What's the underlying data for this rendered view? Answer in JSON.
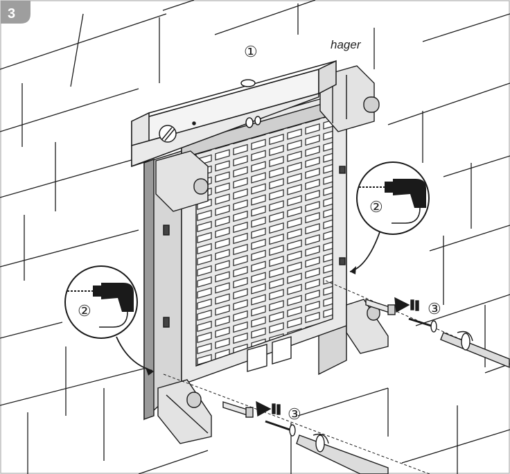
{
  "step_badge": "3",
  "brand": "hager",
  "callouts": {
    "level": "①",
    "drill_right": "②",
    "drill_left": "②",
    "screw_right": "③",
    "screw_left": "③"
  },
  "colors": {
    "badge_bg": "#9e9e9e",
    "badge_text": "#ffffff",
    "line": "#1a1a1a",
    "wall_fill": "#ffffff",
    "frame_fill": "#dcdcdc",
    "frame_dark": "#8c8c8c",
    "level_fill": "#f0f0f0"
  },
  "icons": [
    "spirit-level-icon",
    "power-drill-icon",
    "screwdriver-icon",
    "wall-plug-icon",
    "screw-icon",
    "direction-arrow-icon"
  ]
}
